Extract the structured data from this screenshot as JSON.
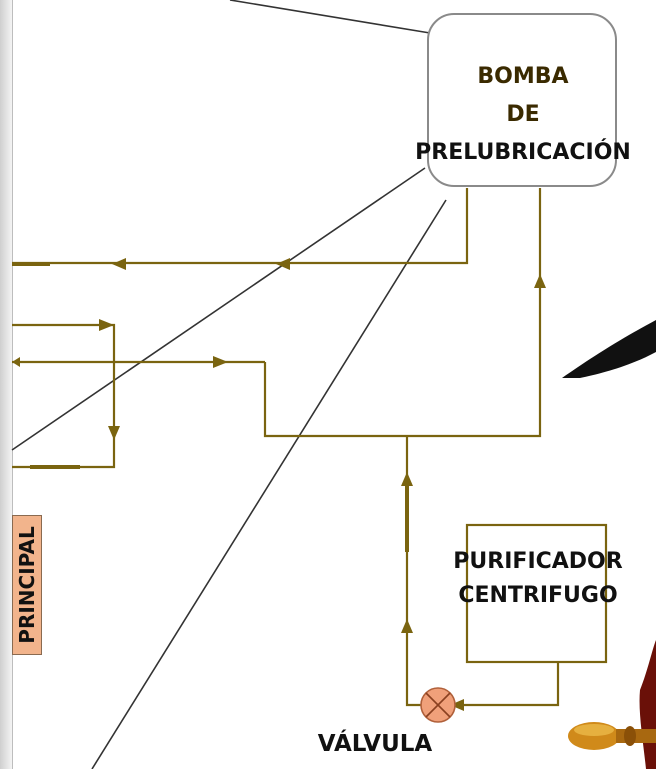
{
  "components": {
    "pump": {
      "lines": [
        "BOMBA",
        "DE",
        "PRELUBRICACIÓN"
      ]
    },
    "purifier": {
      "lines": [
        "PURIFICADOR",
        "CENTRIFUGO"
      ]
    },
    "valve": {
      "label": "VÁLVULA"
    },
    "side_tag": {
      "label": "PRINCIPAL"
    }
  },
  "colors": {
    "pipe": "#7a6410",
    "leader_line": "#333333",
    "valve_fill": "#f0a07a",
    "tag_fill": "#f2b48c"
  }
}
